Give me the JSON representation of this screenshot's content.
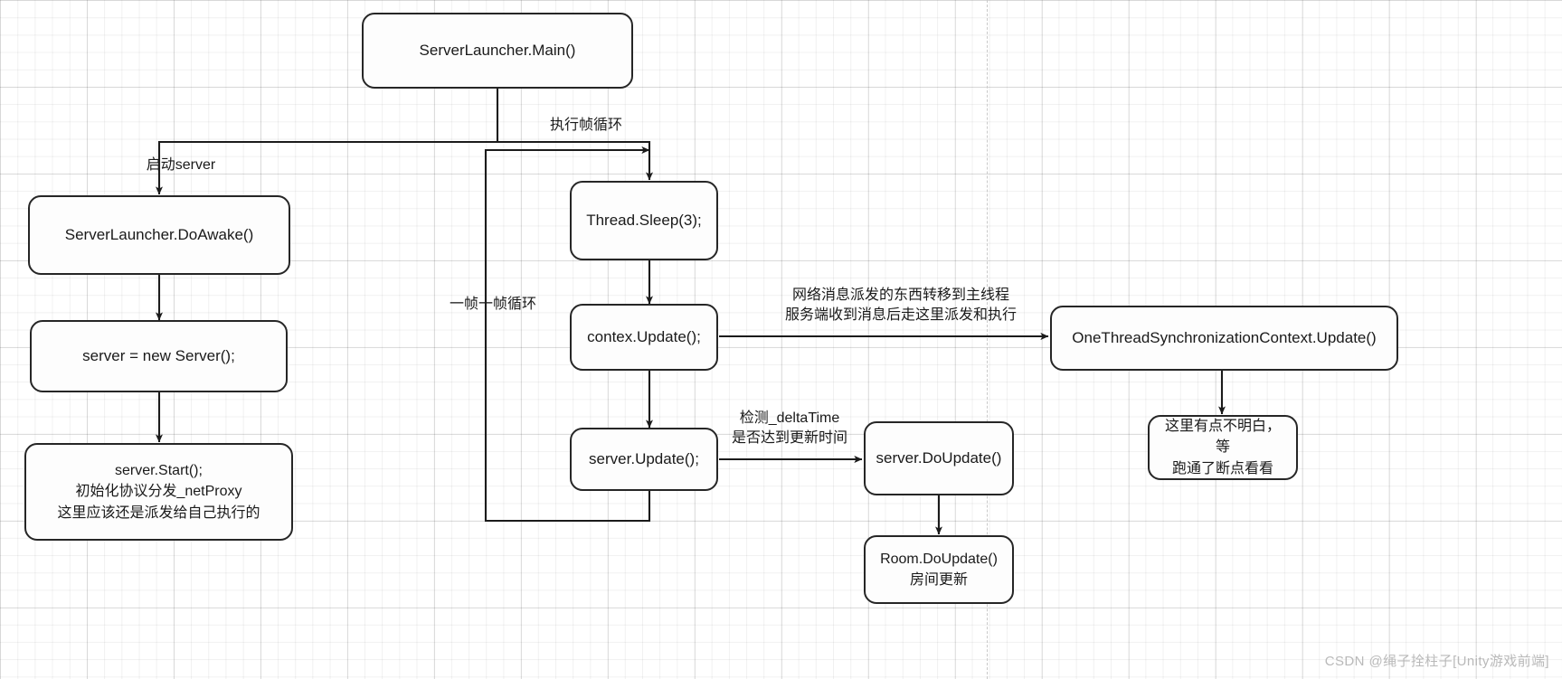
{
  "diagram": {
    "title": "ServerLauncher flow",
    "nodes": [
      {
        "id": "main",
        "label": "ServerLauncher.Main()"
      },
      {
        "id": "doawake",
        "label": "ServerLauncher.DoAwake()"
      },
      {
        "id": "newserver",
        "label": "server = new Server();"
      },
      {
        "id": "start",
        "label": "server.Start();\n初始化协议分发_netProxy\n这里应该还是派发给自己执行的"
      },
      {
        "id": "sleep",
        "label": "Thread.Sleep(3);"
      },
      {
        "id": "contex",
        "label": "contex.Update();"
      },
      {
        "id": "supdate",
        "label": "server.Update();"
      },
      {
        "id": "sdoupdate",
        "label": "server.DoUpdate()"
      },
      {
        "id": "room",
        "label": "Room.DoUpdate()\n房间更新"
      },
      {
        "id": "onectx",
        "label": "OneThreadSynchronizationContext.Update()"
      },
      {
        "id": "note",
        "label": "这里有点不明白，等\n跑通了断点看看"
      }
    ],
    "edge_labels": [
      {
        "id": "start-server",
        "text": "启动server"
      },
      {
        "id": "frame-loop",
        "text": "执行帧循环"
      },
      {
        "id": "per-frame",
        "text": "一帧一帧循环"
      },
      {
        "id": "net-dispatch",
        "text": "网络消息派发的东西转移到主线程\n服务端收到消息后走这里派发和执行"
      },
      {
        "id": "delta-check",
        "text": "检测_deltaTime\n是否达到更新时间"
      }
    ],
    "watermark": "CSDN @绳子拴柱子[Unity游戏前端]",
    "colors": {
      "stroke": "#262626",
      "node_fill": "#fdfdfd",
      "text": "#1a1a1a",
      "grid_minor": "#f0f0f0",
      "grid_major": "#e4e4e4",
      "watermark": "#b9b9b9"
    }
  }
}
